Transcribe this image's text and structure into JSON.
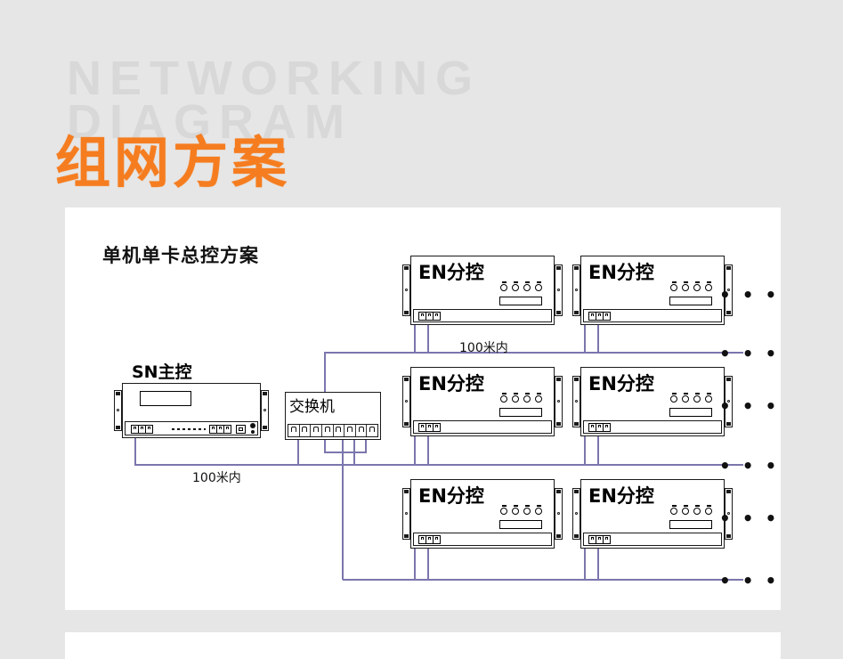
{
  "header": {
    "watermark_line1": "NETWORKING",
    "watermark_line2": "DIAGRAM",
    "title_cn": "组网方案",
    "accent_color": "#f57d20",
    "watermark_color": "#d8d8d8"
  },
  "diagram": {
    "title": "单机单卡总控方案",
    "background": "#ffffff",
    "page_background": "#e6e6e6",
    "wire_color": "#7b76ad",
    "outline_color": "#1a1a1a"
  },
  "devices": {
    "master": {
      "label": "SN主控",
      "name": "sn-master-controller"
    },
    "switch": {
      "label": "交换机",
      "port_count": 8
    },
    "sub_controller_label": "EN分控",
    "sub_controllers": [
      {
        "id": "en-1",
        "row": 1,
        "col": 1
      },
      {
        "id": "en-2",
        "row": 1,
        "col": 2
      },
      {
        "id": "en-3",
        "row": 2,
        "col": 1
      },
      {
        "id": "en-4",
        "row": 2,
        "col": 2
      },
      {
        "id": "en-5",
        "row": 3,
        "col": 1
      },
      {
        "id": "en-6",
        "row": 3,
        "col": 2
      }
    ],
    "led_count": 4
  },
  "annotations": {
    "distance_switch_to_en": "100米内",
    "distance_master_to_switch": "100米内",
    "ellipsis": "• • •",
    "ellipsis_count": 6
  }
}
